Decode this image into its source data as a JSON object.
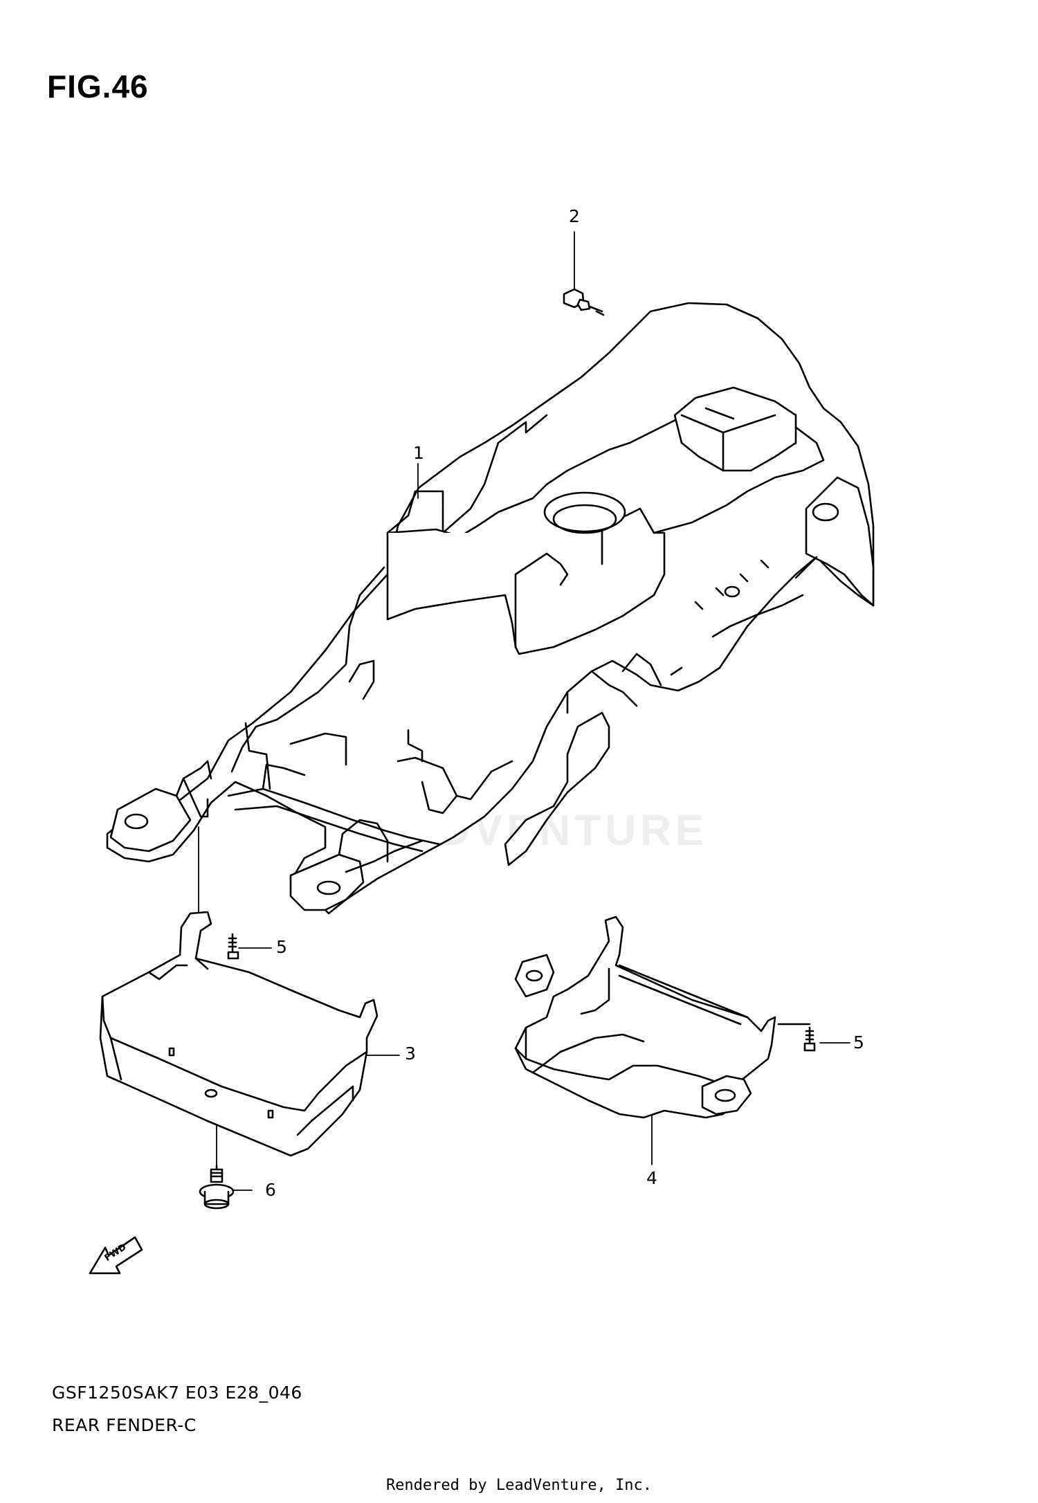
{
  "figure": {
    "title": "FIG.46",
    "code": "GSF1250SAK7 E03 E28_046",
    "name": "REAR FENDER-C"
  },
  "callouts": {
    "c1": "1",
    "c2": "2",
    "c3": "3",
    "c4": "4",
    "c5a": "5",
    "c5b": "5",
    "c6": "6"
  },
  "fwd_label": "FWD",
  "watermark": "LEADVENTURE",
  "footer": "Rendered by LeadVenture, Inc."
}
